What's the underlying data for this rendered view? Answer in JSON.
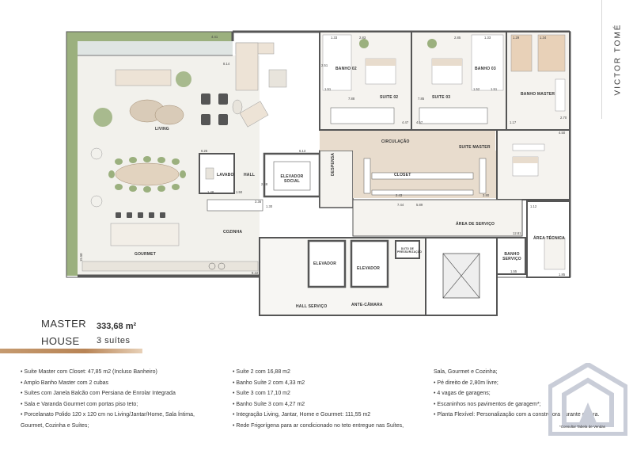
{
  "brand": "VICTOR TOMÉ",
  "title": {
    "line1": "MASTER",
    "line2": "HOUSE",
    "area": "333,68 m²",
    "suites": "3 suítes"
  },
  "rooms": {
    "living": "LIVING",
    "gourmet": "GOURMET",
    "cozinha": "COZINHA",
    "lavabo": "LAVABO",
    "hall": "HALL",
    "elevador_social": "ELEVADOR SOCIAL",
    "despensa": "DESPENSA",
    "circulacao": "CIRCULAÇÃO",
    "closet": "CLOSET",
    "suite_master": "SUITE MASTER",
    "banho_master": "BANHO MASTER",
    "suite02": "SUITE 02",
    "suite03": "SUITE 03",
    "banho02": "BANHO 02",
    "banho03": "BANHO 03",
    "area_servico": "ÁREA DE SERVIÇO",
    "area_tecnica": "ÁREA TÉCNICA",
    "banho_servico": "BANHO SERVIÇO",
    "elevador1": "ELEVADOR",
    "elevador2": "ELEVADOR",
    "duto": "DUTO DE PRESSURIZAÇÃO",
    "hall_servico": "HALL SERVIÇO",
    "ante_camara": "ANTE-CÂMARA"
  },
  "dims": {
    "d1": "4.41",
    "d2": "8.14",
    "d3": "1.33",
    "d4": "2.83",
    "d5": "2.85",
    "d6": "1.33",
    "d7": "1.29",
    "d8": "1.34",
    "d9": "2.51",
    "d10": "1.51",
    "d11": "1.52",
    "d12": "7.88",
    "d13": "7.85",
    "d14": "1.51",
    "d15": "4.47",
    "d16": "4.57",
    "d17": "1.17",
    "d18": "2.70",
    "d19": "4.50",
    "d20": "6.25",
    "d21": "6.13",
    "d22": "1.50",
    "d23": "1.48",
    "d24": "3.36",
    "d25": "1.30",
    "d26": "2.43",
    "d27": "3.80",
    "d28": "7.44",
    "d29": "5.89",
    "d30": "12.81",
    "d31": "1.12",
    "d32": "1.55",
    "d33": "1.85",
    "d34": "9.22",
    "d35": "15.58",
    "d36": "2.48"
  },
  "features": {
    "col1": [
      "• Suíte Master com Closet: 47,85 m2 (Incluso Banheiro)",
      "• Amplo Banho Master com 2 cubas",
      "• Suítes com Janela Balcão com Persiana de Enrolar Integrada",
      "• Sala e Varanda Gourmet com portas piso teto;",
      "• Porcelanato Polido 120 x 120 cm no Living/Jantar/Home, Sala Íntima,",
      "Gourmet, Cozinha e Suítes;"
    ],
    "col2": [
      "• Suíte 2 com 16,88 m2",
      "• Banho Suíte 2 com 4,33 m2",
      "• Suíte 3 com 17,10 m2",
      "• Banho Suíte 3 com 4,27 m2",
      "• Integração Living, Jantar, Home e Gourmet: 111,55 m2",
      "• Rede Frigorígena para ar condicionado no teto entregue nas Suítes,"
    ],
    "col3": [
      "Sala, Gourmet e Cozinha;",
      "• Pé direito de 2,80m livre;",
      "• 4 vagas de garagens;",
      "• Escaninhos nos pavimentos de garagem*;",
      "• Planta Flexível: Personalização com a construtora durante a obra."
    ]
  },
  "footnote": "*Consultar Tabela de Vendas",
  "colors": {
    "wall": "#555555",
    "floor": "#efede8",
    "wood": "#e8dccd",
    "grass": "#9bb07e",
    "accent": "#c59a6f",
    "logo": "#c9cdd8"
  }
}
